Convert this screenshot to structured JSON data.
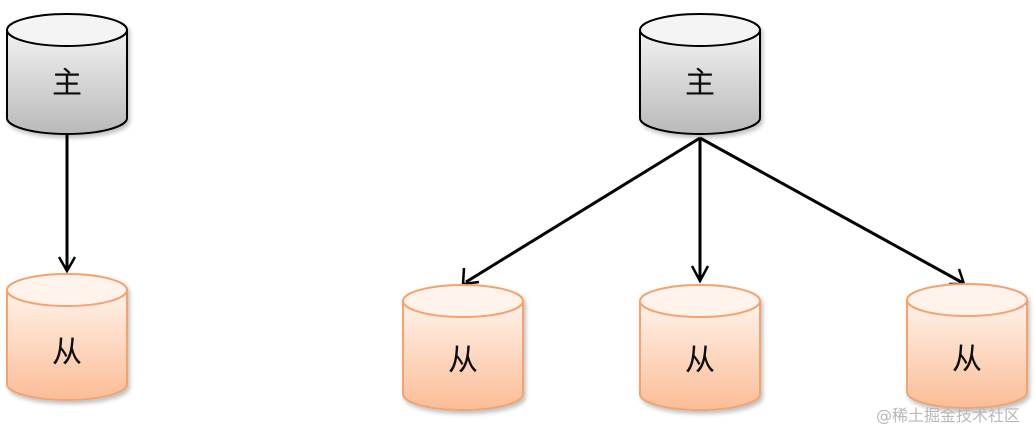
{
  "diagram": {
    "left_topology": {
      "master": {
        "label": "主"
      },
      "slaves": [
        {
          "label": "从"
        }
      ]
    },
    "right_topology": {
      "master": {
        "label": "主"
      },
      "slaves": [
        {
          "label": "从"
        },
        {
          "label": "从"
        },
        {
          "label": "从"
        }
      ]
    }
  },
  "colors": {
    "master_fill_top": "#f2f2f2",
    "master_fill_bottom": "#b9b9b9",
    "slave_fill_top": "#fff0e6",
    "slave_fill_bottom": "#fbbd97",
    "slave_stroke": "#f4a26e",
    "master_stroke": "#000000",
    "arrow": "#000000"
  },
  "watermark": "@稀土掘金技术社区"
}
